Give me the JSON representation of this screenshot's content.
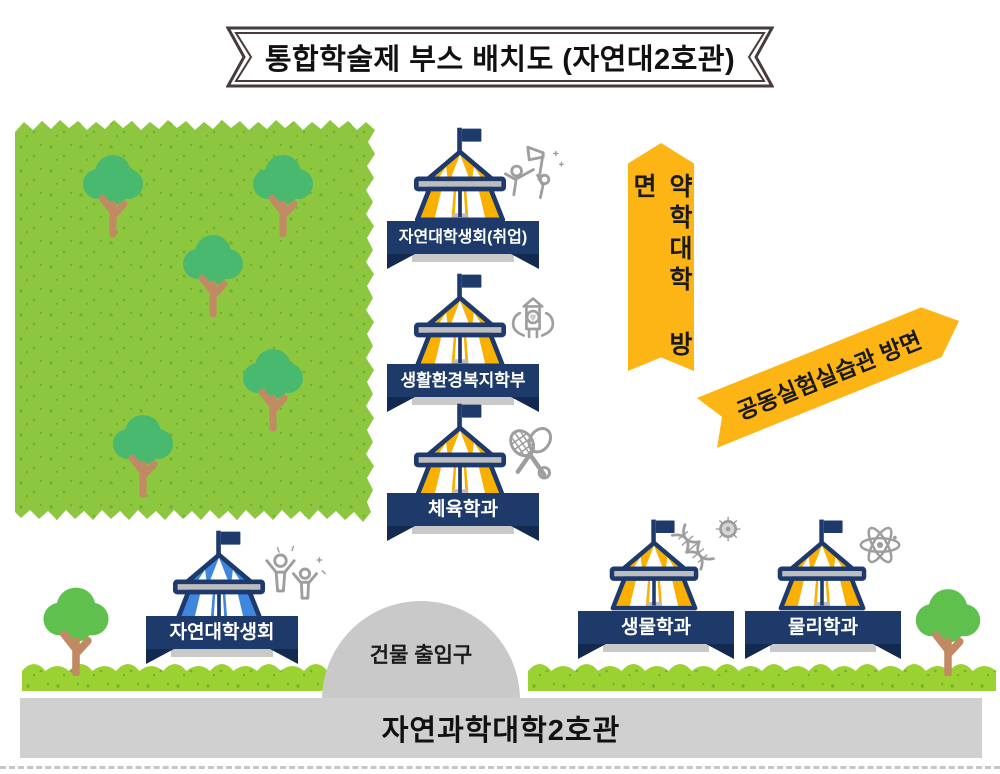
{
  "title": "통합학술제 부스 배치도 (자연대2호관)",
  "directions": {
    "pharmacy": "약학대학 방면",
    "shared_lab": "공동실험실습관 방면"
  },
  "booths": {
    "column": [
      {
        "label": "자연대학생회(취업)",
        "icon": "people-with-flag-icon",
        "tent_color_name": "gold"
      },
      {
        "label": "생활환경복지학부",
        "icon": "hands-holding-building-icon",
        "tent_color_name": "gold"
      },
      {
        "label": "체육학과",
        "icon": "tennis-rackets-icon",
        "tent_color_name": "gold"
      }
    ],
    "bottom_left": {
      "label": "자연대학생회",
      "icon": "cheering-people-icon",
      "tent_color_name": "blue"
    },
    "bottom_right": [
      {
        "label": "생물학과",
        "icon": "dna-virus-icon",
        "tent_color_name": "gold"
      },
      {
        "label": "물리학과",
        "icon": "atom-icon",
        "tent_color_name": "gold"
      }
    ]
  },
  "building": {
    "entrance": "건물 출입구",
    "name": "자연과학대학2호관"
  },
  "colors": {
    "tent_navy": "#1e3a6d",
    "tent_gold": "#f9b000",
    "tent_blue": "#3e86de",
    "banner_navy": "#1e3a6a",
    "banner_tail": "#14294f",
    "arrow_yellow": "#fdb515",
    "field_green": "#8dc63f",
    "grass_green": "#9cd132",
    "tree_green": "#49b96f",
    "small_tree_green": "#5fc04e",
    "trunk_brown": "#c18a64",
    "entrance_gray": "#c9c9c9",
    "building_gray": "#d0d0d0",
    "ribbon_border": "#473b3b",
    "icon_gray": "#9e9e9e"
  }
}
